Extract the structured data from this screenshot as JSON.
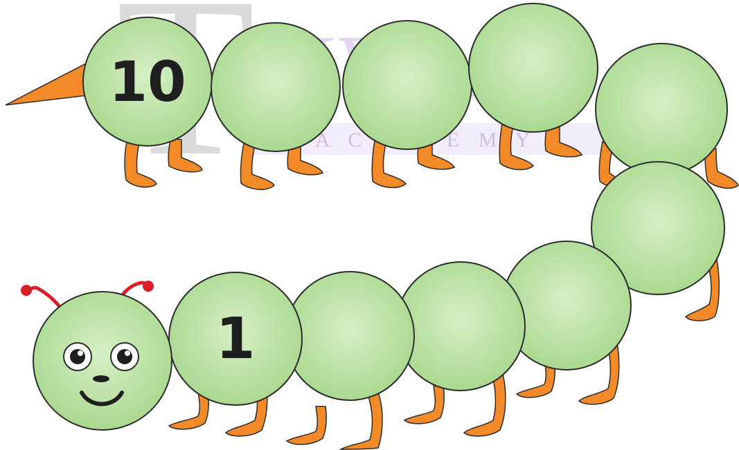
{
  "caterpillar": {
    "segments": [
      {
        "label": ""
      },
      {
        "label": "1"
      },
      {
        "label": ""
      },
      {
        "label": ""
      },
      {
        "label": ""
      },
      {
        "label": ""
      },
      {
        "label": ""
      },
      {
        "label": ""
      },
      {
        "label": ""
      },
      {
        "label": ""
      },
      {
        "label": "10"
      }
    ]
  },
  "watermark": {
    "logo_letter": "T",
    "title": "IWARI",
    "subtitle": "A C A D E M Y"
  },
  "colors": {
    "body": "#a9d98f",
    "body_light": "#d2eec0",
    "outline": "#2b2b2b",
    "leg": "#f28a2a",
    "antenna": "#d91f26",
    "tail": "#f28a2a"
  }
}
